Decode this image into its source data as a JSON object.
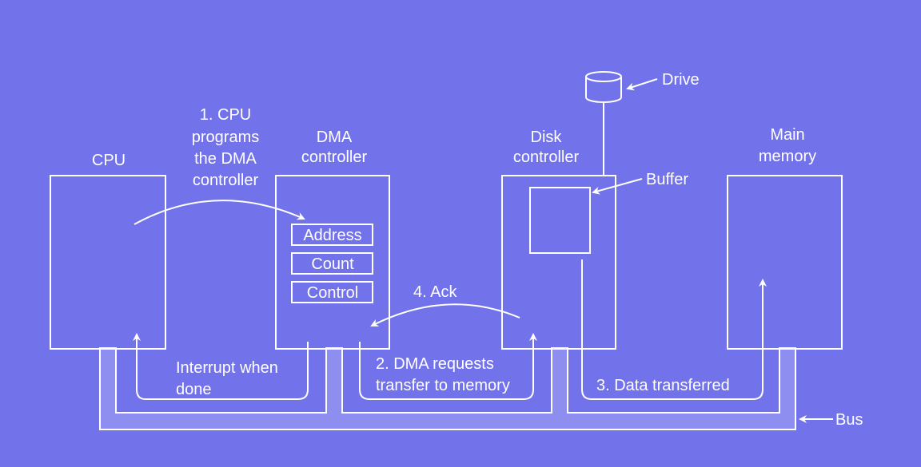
{
  "components": {
    "cpu": "CPU",
    "dma_controller": [
      "DMA",
      "controller"
    ],
    "disk_controller": [
      "Disk",
      "controller"
    ],
    "main_memory": [
      "Main",
      "memory"
    ],
    "drive": "Drive",
    "buffer": "Buffer",
    "bus": "Bus"
  },
  "registers": {
    "address": "Address",
    "count": "Count",
    "control": "Control"
  },
  "steps": {
    "step1": [
      "1. CPU",
      "programs",
      "the DMA",
      "controller"
    ],
    "step2": [
      "2. DMA requests",
      "transfer to memory"
    ],
    "step3": "3. Data transferred",
    "step4": "4. Ack",
    "interrupt": [
      "Interrupt when",
      "done"
    ]
  },
  "colors": {
    "background": "#7272EA",
    "foreground": "#FFFFFF",
    "bus_fill": "#8E8EF0"
  }
}
